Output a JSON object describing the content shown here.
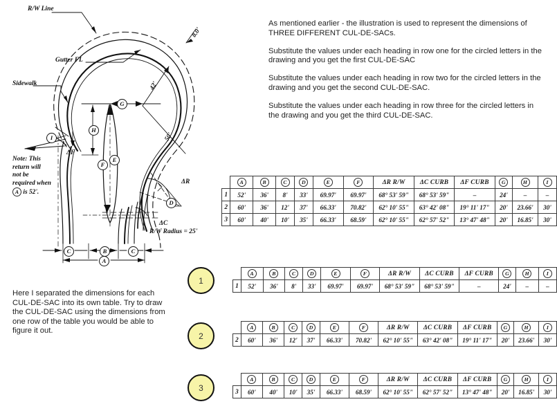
{
  "intro": {
    "paragraphs": [
      "As mentioned earlier - the illustration is used to represent the dimensions of THREE DIFFERENT CUL-DE-SACs.",
      "Substitute the values under each heading in row one for the circled letters in the drawing and you get the first CUL-DE-SAC",
      "Substitute the values under each heading in row two for the circled letters in the drawing and you get the second CUL-DE-SAC.",
      "Substitute the values under each heading in row three for the circled letters in the drawing and you get the third CUL-DE-SAC."
    ]
  },
  "bottom_note": {
    "text": "Here I separated the dimensions for each CUL-DE-SAC into its own table. Try to draw the CUL-DE-SAC using the dimensions from one row of the table you would be able to figure it out."
  },
  "drawing": {
    "labels": {
      "rw_line": "R/W Line",
      "gutter_fl": "Gutter FL",
      "sidewalk": "Sidewalk",
      "dim_8": "8.0'",
      "dim_42": "42'",
      "dim_50": "50'",
      "delta_f": "ΔF",
      "delta_r": "ΔR",
      "delta_c": "ΔC",
      "rw_radius": "R/W Radius = 25'"
    },
    "note_lines": [
      "Note:  This",
      "return will",
      "not be",
      "required when",
      "is 52'."
    ],
    "note_circle": "A",
    "callouts": [
      "G",
      "H",
      "F",
      "E",
      "I",
      "D",
      "C",
      "B",
      "A",
      "C"
    ]
  },
  "table": {
    "headers": {
      "rownum": "",
      "A": "A",
      "B": "B",
      "C": "C",
      "D": "D",
      "E": "E",
      "F": "F",
      "dR": "ΔR  R/W",
      "dC": "ΔC  CURB",
      "dF": "ΔF  CURB",
      "G": "G",
      "H": "H",
      "I": "I"
    },
    "rows": [
      {
        "num": "1",
        "A": "52'",
        "B": "36'",
        "C": "8'",
        "D": "33'",
        "E": "69.97'",
        "F": "69.97'",
        "dR": "68° 53' 59\"",
        "dC": "68° 53' 59\"",
        "dF": "–",
        "G": "24'",
        "H": "–",
        "I": "–"
      },
      {
        "num": "2",
        "A": "60'",
        "B": "36'",
        "C": "12'",
        "D": "37'",
        "E": "66.33'",
        "F": "70.82'",
        "dR": "62° 10' 55\"",
        "dC": "63° 42' 08\"",
        "dF": "19° 11' 17\"",
        "G": "20'",
        "H": "23.66'",
        "I": "30'"
      },
      {
        "num": "3",
        "A": "60'",
        "B": "40'",
        "C": "10'",
        "D": "35'",
        "E": "66.33'",
        "F": "68.59'",
        "dR": "62° 10' 55\"",
        "dC": "62° 57' 52\"",
        "dF": "13° 47' 48\"",
        "G": "20'",
        "H": "16.85'",
        "I": "30'"
      }
    ]
  },
  "badges": [
    {
      "label": "1"
    },
    {
      "label": "2"
    },
    {
      "label": "3"
    }
  ],
  "colors": {
    "badge_fill": "#f7f4a8",
    "badge_border": "#111111",
    "table_border": "#3a3a3a",
    "text": "#222222"
  }
}
